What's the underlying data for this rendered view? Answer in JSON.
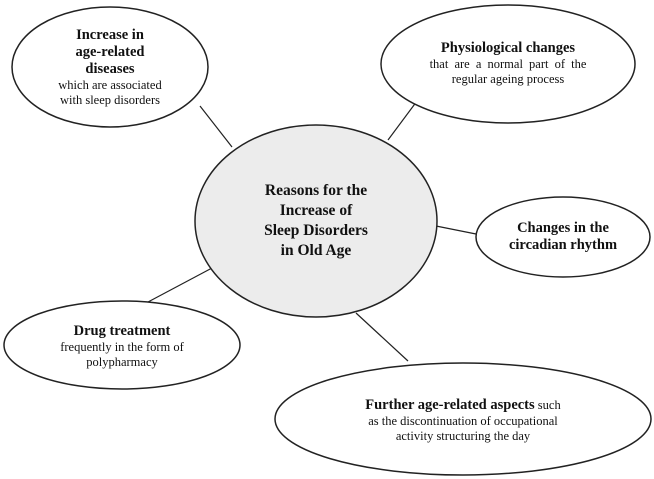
{
  "center": {
    "lines": [
      "Reasons for the",
      "Increase of",
      "Sleep Disorders",
      "in Old Age"
    ]
  },
  "nodes": {
    "diseases": {
      "title_lines": [
        "Increase in",
        "age-related",
        "diseases"
      ],
      "desc_lines": [
        "which are associated",
        "with sleep disorders"
      ]
    },
    "physiological": {
      "title": "Physiological changes",
      "desc_lines": [
        "that are a normal part of the",
        "regular ageing process"
      ]
    },
    "circadian": {
      "title_lines": [
        "Changes in the",
        "circadian rhythm"
      ]
    },
    "drug": {
      "title": "Drug treatment",
      "desc_lines": [
        "frequently in the form of",
        "polypharmacy"
      ]
    },
    "further": {
      "title": "Further age-related aspects",
      "title_suffix": " such",
      "desc_lines": [
        "as the discontinuation of occupational",
        "activity structuring the day"
      ]
    }
  },
  "colors": {
    "center_fill": "#ececec",
    "node_fill": "#ffffff",
    "stroke": "#222222"
  }
}
